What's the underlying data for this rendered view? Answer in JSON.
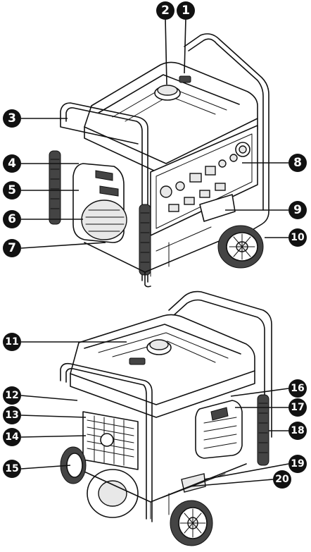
{
  "callouts": [
    {
      "id": "callout-1",
      "label": "1"
    },
    {
      "id": "callout-2",
      "label": "2"
    },
    {
      "id": "callout-3",
      "label": "3"
    },
    {
      "id": "callout-4",
      "label": "4"
    },
    {
      "id": "callout-5",
      "label": "5"
    },
    {
      "id": "callout-6",
      "label": "6"
    },
    {
      "id": "callout-7",
      "label": "7"
    },
    {
      "id": "callout-8",
      "label": "8"
    },
    {
      "id": "callout-9",
      "label": "9"
    },
    {
      "id": "callout-10",
      "label": "10"
    },
    {
      "id": "callout-11",
      "label": "11"
    },
    {
      "id": "callout-12",
      "label": "12"
    },
    {
      "id": "callout-13",
      "label": "13"
    },
    {
      "id": "callout-14",
      "label": "14"
    },
    {
      "id": "callout-15",
      "label": "15"
    },
    {
      "id": "callout-16",
      "label": "16"
    },
    {
      "id": "callout-17",
      "label": "17"
    },
    {
      "id": "callout-18",
      "label": "18"
    },
    {
      "id": "callout-19",
      "label": "19"
    },
    {
      "id": "callout-20",
      "label": "20"
    }
  ],
  "colors": {
    "ink": "#111111",
    "paper": "#ffffff",
    "badge_text": "#ffffff"
  }
}
